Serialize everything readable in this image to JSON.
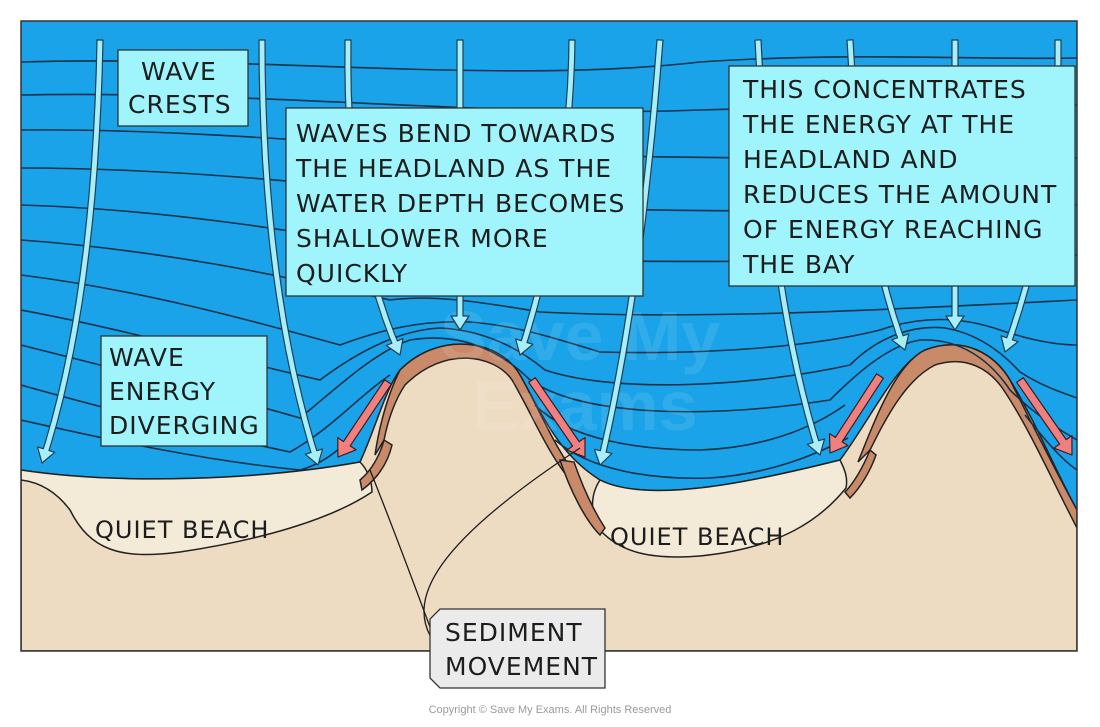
{
  "colors": {
    "sea": "#1aa3e8",
    "beach": "#f3ead7",
    "land": "#eedcc2",
    "cliff": "#c98a6a",
    "label_box": "#9ff5fb",
    "sediment_box": "#ebebeb",
    "wave_arrow": "#a7eef8",
    "energy_arrow": "#f08080"
  },
  "labels": {
    "wave_crests": [
      "WAVE",
      "CRESTS"
    ],
    "wave_energy_diverging": [
      "WAVE",
      "ENERGY",
      "DIVERGING"
    ],
    "waves_bend": [
      "WAVES BEND TOWARDS",
      "THE HEADLAND AS THE",
      "WATER DEPTH BECOMES",
      "SHALLOWER MORE",
      "QUICKLY"
    ],
    "concentrates": [
      "THIS CONCENTRATES",
      "THE ENERGY AT THE",
      "HEADLAND AND",
      "REDUCES THE AMOUNT",
      "OF ENERGY REACHING",
      "THE BAY"
    ],
    "quiet_beach_left": "QUIET BEACH",
    "quiet_beach_right": "QUIET BEACH",
    "sediment": [
      "SEDIMENT",
      "MOVEMENT"
    ]
  },
  "watermark": [
    "Save My",
    "Exams"
  ],
  "copyright": "Copyright © Save My Exams. All Rights Reserved"
}
